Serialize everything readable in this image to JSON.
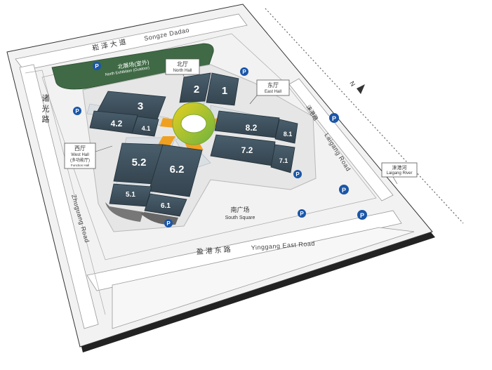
{
  "roads": {
    "north_cn": "崧泽大道",
    "north_en": "Songze Dadao",
    "west_cn": "诸光路",
    "west_en": "Zhuguang Road",
    "south_cn": "盈港东路",
    "south_en": "Yinggang East Road",
    "east_cn": "涞港路",
    "east_en": "Laigang Road"
  },
  "areas": {
    "north_exhibition_cn": "北展场(室外)",
    "north_exhibition_en": "North Exhibition (Outdoor)",
    "south_square_cn": "南广场",
    "south_square_en": "South Square",
    "river_cn": "涞港河",
    "river_en": "Laigang River"
  },
  "callouts": {
    "north_hall_cn": "北厅",
    "north_hall_en": "North Hall",
    "east_hall_cn": "东厅",
    "east_hall_en": "East Hall",
    "west_hall_cn": "西厅",
    "west_hall_en": "West Hall",
    "west_hall_sub_cn": "(多功能厅)",
    "west_hall_sub_en": "Function Hall"
  },
  "halls": {
    "h1": "1",
    "h2": "2",
    "h3": "3",
    "h4_2": "4.2",
    "h4_1": "4.1",
    "h5_2": "5.2",
    "h5_1": "5.1",
    "h6_2": "6.2",
    "h6_1": "6.1",
    "h7_2": "7.2",
    "h7_1": "7.1",
    "h8_2": "8.2",
    "h8_1": "8.1"
  },
  "parking_label": "P",
  "compass_label": "N",
  "colors": {
    "hall_fill": "#3c4f5c",
    "north_field": "#3f6a45",
    "parking_blue": "#1a56a8",
    "connector_orange": "#f0a020",
    "hub_green": "#8bc43c",
    "hub_yellow": "#e8d020"
  }
}
